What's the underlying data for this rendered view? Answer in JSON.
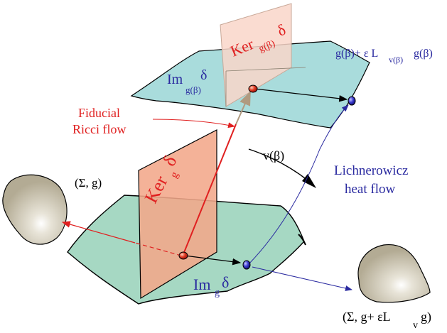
{
  "colors": {
    "image_plane": "#a9dcdc",
    "lower_plane": "#a6d8c3",
    "kernel_plane": "#f2a78a",
    "upper_kernel_plane": "#f9d6c9",
    "red_text": "#e02020",
    "blue_text": "#2a2aa0",
    "blob": "#b8b09a"
  },
  "labels": {
    "upper_kernel": {
      "main": "Ker",
      "sub": "g(β)",
      "op": "δ"
    },
    "upper_image": {
      "main": "Im",
      "sub": "g(β)",
      "op": "δ"
    },
    "upper_metric": {
      "main": "g(β)+ ε L",
      "sub": "v(β)",
      "tail": "g(β)"
    },
    "fiducial_line1": "Fiducial",
    "fiducial_line2": "Ricci flow",
    "v_beta": "v(β)",
    "lichnerowicz_line1": "Lichnerowicz",
    "lichnerowicz_line2": "heat flow",
    "sigma_g": "(Σ, g)",
    "lower_kernel": {
      "main": "Ker",
      "sub": "g",
      "op": "δ"
    },
    "lower_image": {
      "main": "Im",
      "sub": "g",
      "op": "δ"
    },
    "sigma_perturbed": {
      "main": "(Σ, g+ εL",
      "sub": "v",
      "tail": "g)"
    }
  },
  "icons": [
    "left-manifold-blob-icon",
    "right-manifold-blob-icon",
    "red-point-icon",
    "blue-point-icon"
  ]
}
